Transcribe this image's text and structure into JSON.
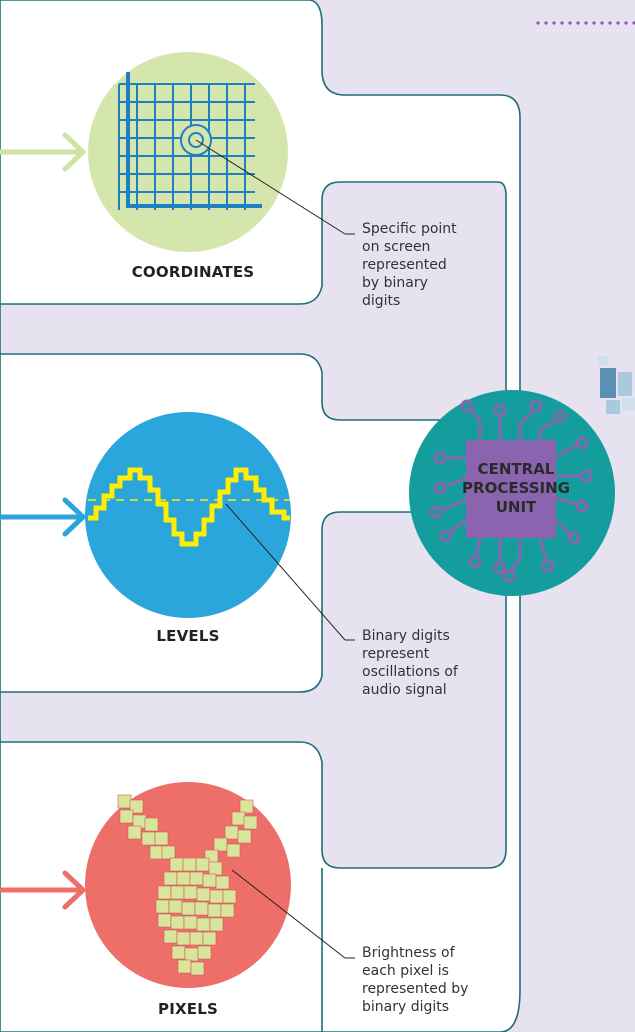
{
  "panels": [
    {
      "label": "COORDINATES",
      "note": [
        "Specific point",
        "on screen",
        "represented",
        "by binary",
        "digits"
      ]
    },
    {
      "label": "LEVELS",
      "note": [
        "Binary digits",
        "represent",
        "oscillations of",
        "audio signal"
      ]
    },
    {
      "label": "PIXELS",
      "note": [
        "Brightness of",
        "each pixel is",
        "represented by",
        "binary digits"
      ]
    }
  ],
  "cpu": {
    "lines": [
      "CENTRAL",
      "PROCESSING",
      "UNIT"
    ]
  },
  "colors": {
    "background": "#e7e2f0",
    "panel_fill": "#ffffff",
    "panel_stroke": "#1d6e78",
    "coordinates_accent": "#cfe3a4",
    "coordinates_grid": "#1f7fc3",
    "levels_accent": "#2aa6dc",
    "levels_wave": "#ffee00",
    "pixels_accent": "#ee6e6a",
    "pixels_fill": "#d9e59b",
    "cpu_circle": "#159c9c",
    "cpu_chip": "#8a64ae",
    "dots": "#8e58b0"
  },
  "icons": [
    "right-arrow-icon",
    "grid-target-icon",
    "waveform-icon",
    "pixel-bunny-icon",
    "cpu-chip-icon"
  ]
}
